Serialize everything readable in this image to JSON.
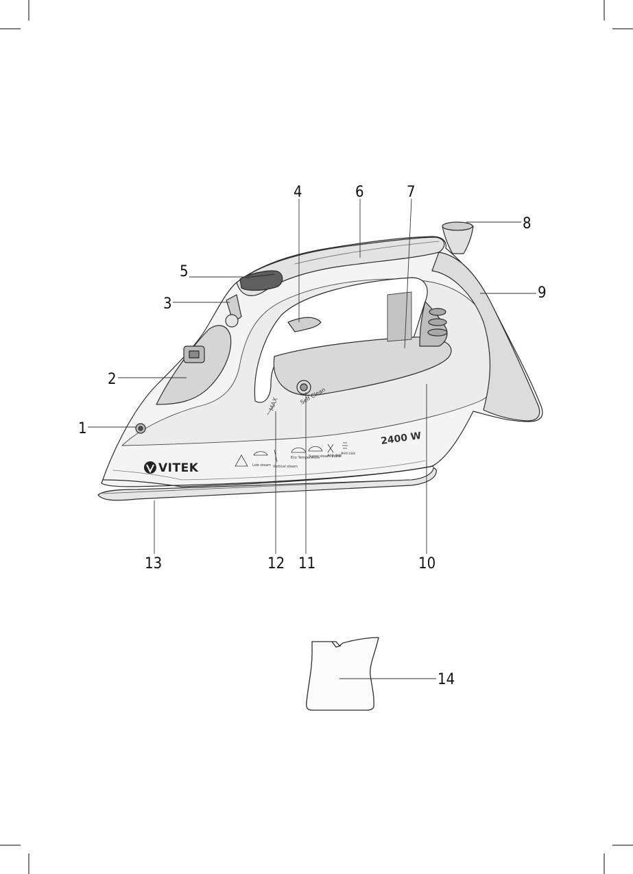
{
  "diagram": {
    "brand": "VITEK",
    "power_label": "2400 W",
    "self_clean_label": "Self Clean",
    "max_label": "MAX",
    "panel_labels": [
      "Low steam",
      "Vertical steam",
      "Eco Temperature",
      "Super steam boost",
      "Anti drip",
      "Anti calc"
    ],
    "callouts": [
      "1",
      "2",
      "3",
      "4",
      "5",
      "6",
      "7",
      "8",
      "9",
      "10",
      "11",
      "12",
      "13",
      "14"
    ]
  }
}
